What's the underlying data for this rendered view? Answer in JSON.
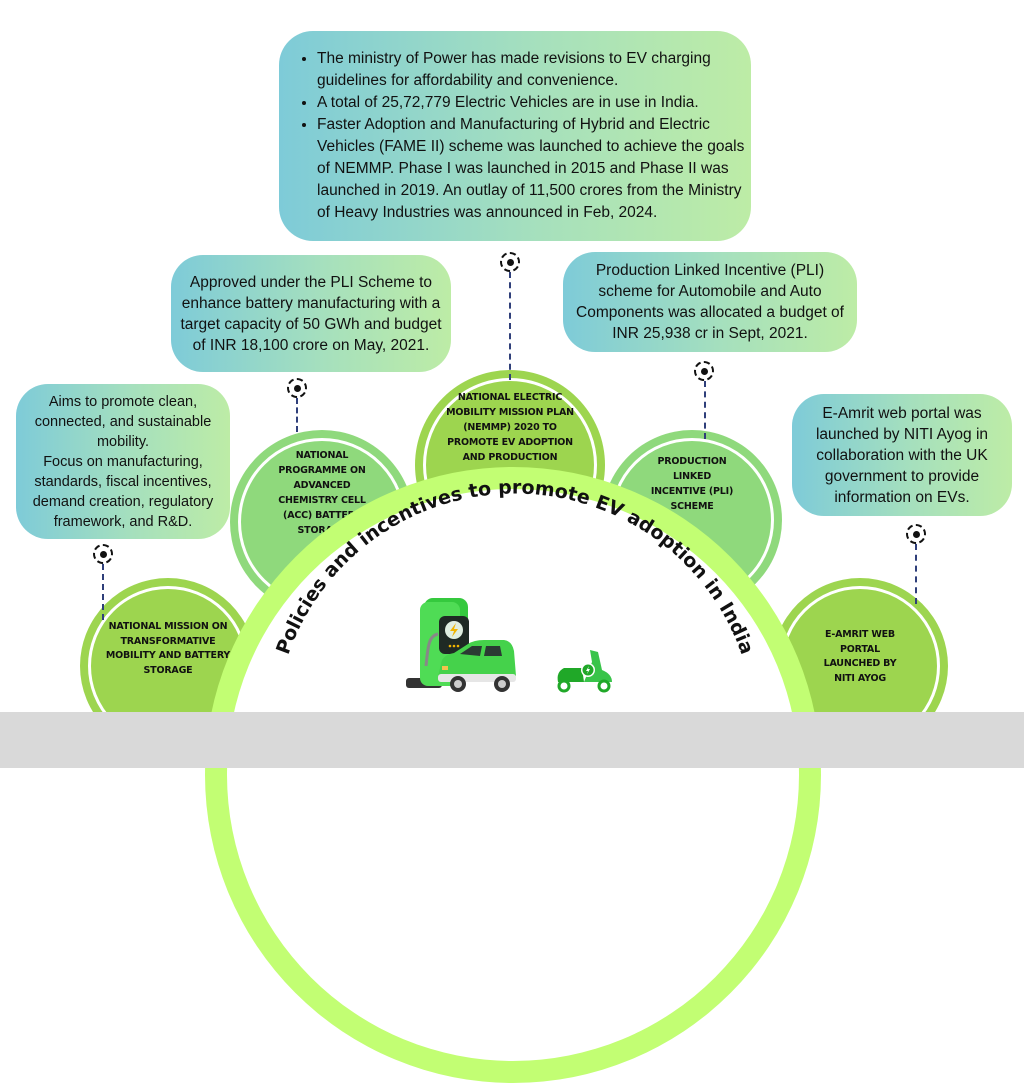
{
  "title": "Policies and incentives to promote EV adoption in India",
  "info_boxes": {
    "nemmp_details": [
      "The ministry of Power has made revisions to EV charging guidelines for affordability and convenience.",
      "A total of 25,72,779 Electric Vehicles are in use in India.",
      "Faster Adoption and Manufacturing of Hybrid and Electric Vehicles (FAME II) scheme was launched to achieve the goals of NEMMP. Phase I was launched in 2015 and Phase II was launched in 2019. An outlay of 11,500 crores from the Ministry of Heavy Industries was announced in Feb, 2024."
    ],
    "acc_details": "Approved under the PLI Scheme to enhance battery manufacturing with a target capacity of 50 GWh and budget of INR 18,100 crore on May, 2021.",
    "pli_details": "Production Linked Incentive (PLI) scheme for Automobile and Auto Components was allocated a budget of INR 25,938 cr in Sept, 2021.",
    "nmtmbs_details": {
      "line1": "Aims to promote clean, connected, and sustainable mobility.",
      "line2": "Focus on manufacturing, standards, fiscal incentives, demand creation, regulatory framework, and R&D."
    },
    "eamrit_details": "E-Amrit web portal was launched by NITI Ayog in collaboration with the UK government to provide information on EVs."
  },
  "nodes": {
    "nmtmbs": "NATIONAL MISSION ON TRANSFORMATIVE MOBILITY AND BATTERY STORAGE",
    "acc": "NATIONAL PROGRAMME ON ADVANCED CHEMISTRY CELL (ACC) BATTERY STORAGE",
    "nemmp": "NATIONAL ELECTRIC MOBILITY MISSION PLAN (NEMMP) 2020 TO PROMOTE EV ADOPTION AND PRODUCTION",
    "pli": "PRODUCTION LINKED INCENTIVE (PLI) SCHEME",
    "eamrit": "E-AMRIT WEB PORTAL LAUNCHED BY NITI AYOG"
  },
  "icons": {
    "target": "target-dot-icon",
    "illustration": "ev-charging-car-icon",
    "scooter": "electric-scooter-icon"
  },
  "colors": {
    "arc": "#c2fe73",
    "node_dark": "#9dd54f",
    "node_light": "#8fd97c",
    "box_gradient_start": "#7ecbd8",
    "box_gradient_end": "#bdeca6",
    "connector": "#2f3f7a",
    "footer": "#d9d9d9"
  }
}
